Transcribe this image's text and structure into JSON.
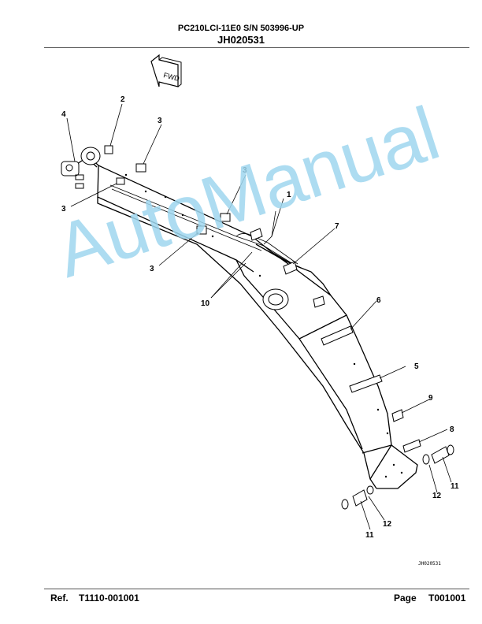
{
  "header": {
    "model": "PC210LCI-11E0 S/N 503996-UP",
    "drawing_code": "JH020531"
  },
  "direction_arrow": "FWD",
  "watermark": "AutoManual",
  "drawing_number": "JH020531",
  "callouts": [
    "1",
    "2",
    "3",
    "3",
    "3",
    "3",
    "4",
    "5",
    "6",
    "7",
    "8",
    "9",
    "10",
    "11",
    "11",
    "12",
    "12"
  ],
  "footer": {
    "ref_label": "Ref.",
    "ref_value": "T1110-001001",
    "page_label": "Page",
    "page_value": "T001001"
  }
}
